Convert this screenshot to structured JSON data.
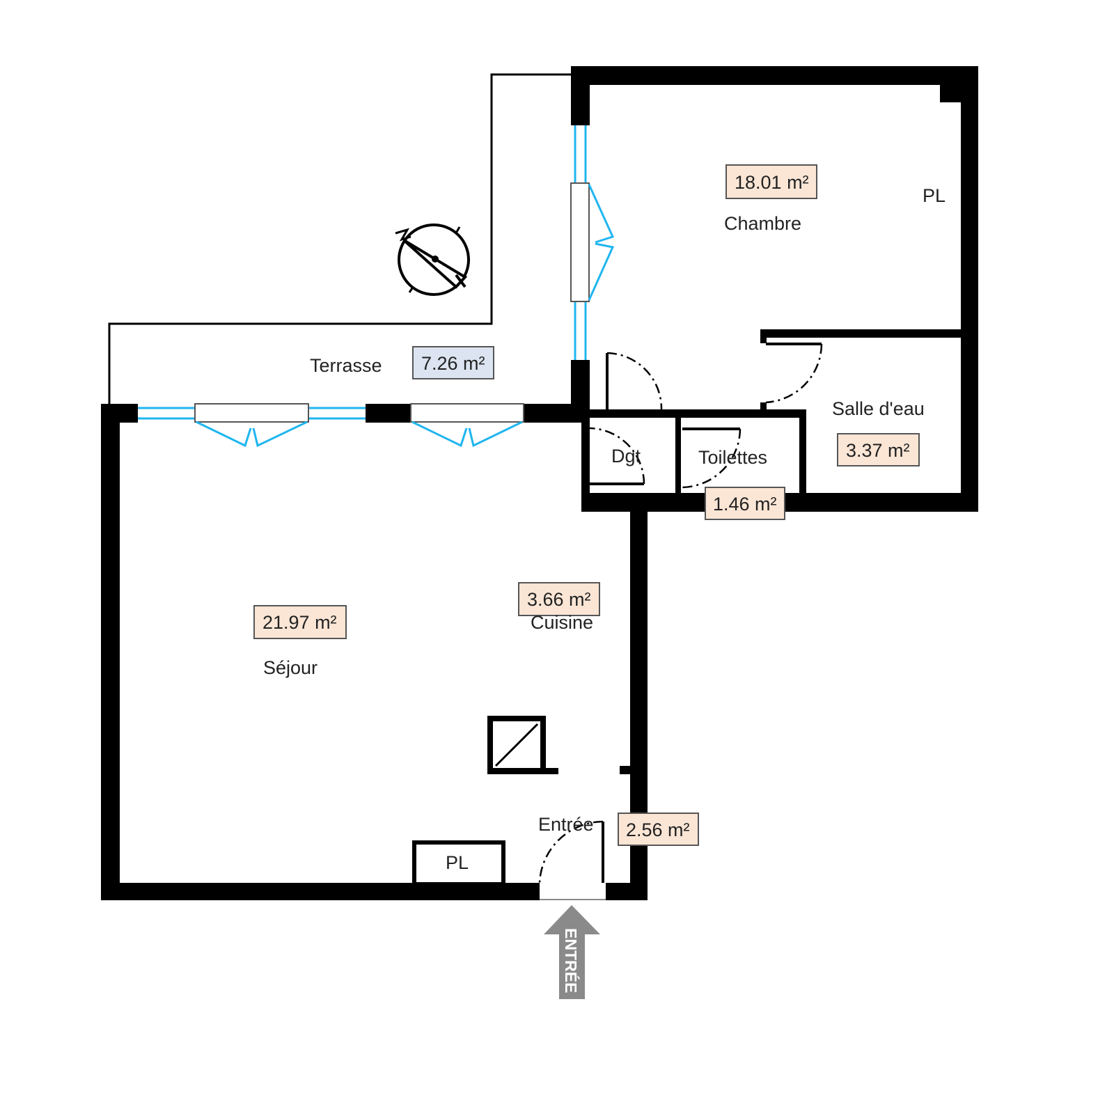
{
  "rooms": {
    "chambre": {
      "name": "Chambre",
      "area": "18.01 m²"
    },
    "terrasse": {
      "name": "Terrasse",
      "area": "7.26 m²"
    },
    "salle_eau": {
      "name": "Salle d'eau",
      "area": "3.37 m²"
    },
    "dgt": {
      "name": "Dgt"
    },
    "toilettes": {
      "name": "Toilettes",
      "area": "1.46 m²"
    },
    "sejour": {
      "name": "Séjour",
      "area": "21.97 m²"
    },
    "cuisine": {
      "name": "Cuisine",
      "area": "3.66 m²"
    },
    "entree": {
      "name": "Entrée",
      "area": "2.56 m²"
    }
  },
  "closets": {
    "chambre": "PL",
    "sejour": "PL"
  },
  "entrance_arrow": "ENTRÉE",
  "colors": {
    "wall": "#000000",
    "window": "#1fb6f0",
    "area_badge": "#fbe6d6",
    "terrace_badge": "#dbe4f0",
    "arrow": "#8a8a8a"
  }
}
